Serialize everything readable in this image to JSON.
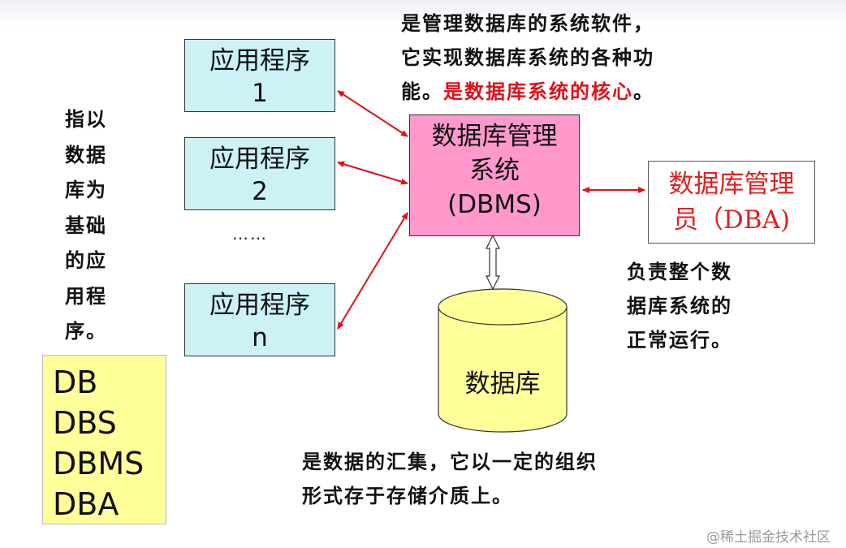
{
  "apps": [
    {
      "line1": "应用程序",
      "line2": "1"
    },
    {
      "line1": "应用程序",
      "line2": "2"
    },
    {
      "line1": "应用程序",
      "line2": "n"
    }
  ],
  "ellipsis": "……",
  "dbms": {
    "line1": "数据库管理",
    "line2": "系统",
    "line3": "(DBMS)"
  },
  "dba": {
    "line1": "数据库管理",
    "line2": "员（DBA)"
  },
  "database": {
    "label": "数据库"
  },
  "notes": {
    "dbms_desc": {
      "line1": "是管理数据库的系统软件，",
      "line2": "它实现数据库系统的各种功",
      "line3_prefix": "能。",
      "line3_red": "是数据库系统的核心",
      "line3_suffix": "。"
    },
    "app_desc": [
      "指以",
      "数据",
      "库为",
      "基础",
      "的应",
      "用程",
      "序。"
    ],
    "dba_desc": [
      "负责整个数",
      "据库系统的",
      "正常运行。"
    ],
    "db_desc": [
      "是数据的汇集，它以一定的组织",
      "形式存于存储介质上。"
    ]
  },
  "terms": [
    "DB",
    "DBS",
    "DBMS",
    "DBA"
  ],
  "watermark": "@稀土掘金技术社区",
  "colors": {
    "app_box": "#ccf2f6",
    "dbms_box": "#ff99cc",
    "database": "#ffff99",
    "arrow": "#e0101a",
    "highlight": "#e0101a"
  }
}
